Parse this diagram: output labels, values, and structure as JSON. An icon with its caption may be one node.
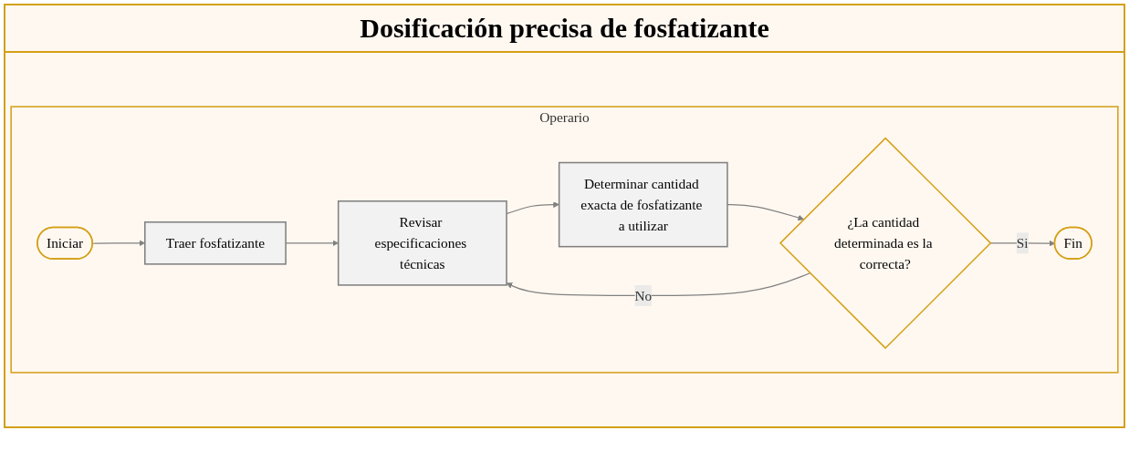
{
  "diagram": {
    "title": "Dosificación precisa de fosfatizante",
    "nodes": [
      {
        "text": [
          "Operario"
        ]
      },
      {
        "text": [
          "Iniciar"
        ],
        "in": 0
      },
      {
        "text": [
          "Traer fosfatizante"
        ],
        "in": 0
      },
      {
        "text": [
          "Revisar especificaciones técnicas"
        ],
        "in": 0
      },
      {
        "text": [
          "Determinar cantidad exacta de fosfatizante a utilizar"
        ],
        "in": 0
      },
      {
        "text": [
          "¿La cantidad determinada es la correcta?"
        ],
        "in": 0
      },
      {
        "text": [
          "Fin"
        ],
        "in": 0
      }
    ],
    "edges": [
      {
        "from": 1,
        "to": 2,
        "arrow": "to"
      },
      {
        "from": 2,
        "to": 3,
        "arrow": "to"
      },
      {
        "from": 3,
        "to": 4,
        "arrow": "to"
      },
      {
        "from": 4,
        "to": 5,
        "arrow": "to"
      },
      {
        "from": 5,
        "to": 6,
        "arrow": "to",
        "label": "Si"
      },
      {
        "from": 5,
        "to": 3,
        "arrow": "to",
        "label": "No"
      }
    ]
  }
}
